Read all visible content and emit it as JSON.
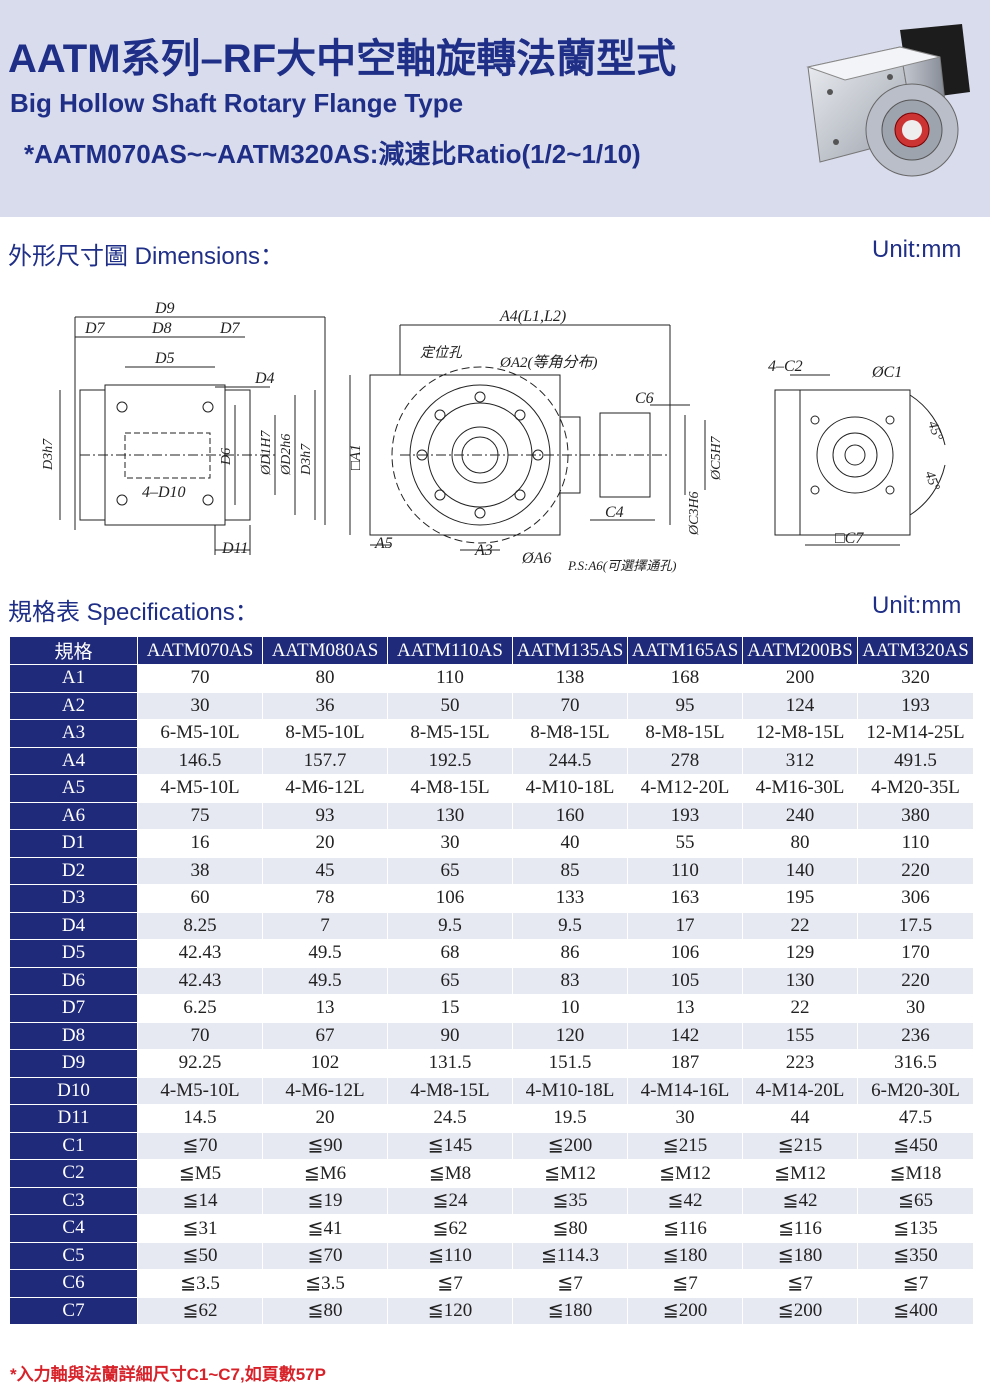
{
  "header": {
    "title": "AATM系列–RF大中空軸旋轉法蘭型式",
    "subtitle": "Big Hollow Shaft Rotary Flange Type",
    "ratio_line": "*AATM070AS~~AATM320AS:減速比Ratio(1/2~1/10)"
  },
  "dimensions": {
    "heading": "外形尺寸圖 Dimensions：",
    "unit": "Unit:mm",
    "labels": {
      "d9": "D9",
      "d7a": "D7",
      "d8": "D8",
      "d7b": "D7",
      "d5": "D5",
      "d4": "D4",
      "d3a": "D3h7",
      "d6": "D6",
      "d1": "ØD1H7",
      "d2": "ØD2h6",
      "d3b": "D3h7",
      "d10": "4–D10",
      "d11": "D11",
      "a4": "A4(L1,L2)",
      "pin": "定位孔",
      "a2": "ØA2(等角分布)",
      "c6": "C6",
      "a1": "□A1",
      "c5": "ØC5H7",
      "c3": "ØC3H6",
      "c4": "C4",
      "a5": "A5",
      "a3": "A3",
      "a6": "ØA6",
      "ps": "P.S:A6(可選擇通孔)",
      "c2": "4–C2",
      "c1": "ØC1",
      "ang1": "45°",
      "ang2": "45°",
      "c7": "□C7"
    }
  },
  "specs": {
    "heading": "規格表 Specifications：",
    "unit": "Unit:mm",
    "corner": "規格",
    "columns": [
      "AATM070AS",
      "AATM080AS",
      "AATM110AS",
      "AATM135AS",
      "AATM165AS",
      "AATM200BS",
      "AATM320AS"
    ],
    "rows": [
      {
        "label": "A1",
        "values": [
          "70",
          "80",
          "110",
          "138",
          "168",
          "200",
          "320"
        ]
      },
      {
        "label": "A2",
        "values": [
          "30",
          "36",
          "50",
          "70",
          "95",
          "124",
          "193"
        ]
      },
      {
        "label": "A3",
        "values": [
          "6-M5-10L",
          "8-M5-10L",
          "8-M5-15L",
          "8-M8-15L",
          "8-M8-15L",
          "12-M8-15L",
          "12-M14-25L"
        ]
      },
      {
        "label": "A4",
        "values": [
          "146.5",
          "157.7",
          "192.5",
          "244.5",
          "278",
          "312",
          "491.5"
        ]
      },
      {
        "label": "A5",
        "values": [
          "4-M5-10L",
          "4-M6-12L",
          "4-M8-15L",
          "4-M10-18L",
          "4-M12-20L",
          "4-M16-30L",
          "4-M20-35L"
        ]
      },
      {
        "label": "A6",
        "values": [
          "75",
          "93",
          "130",
          "160",
          "193",
          "240",
          "380"
        ]
      },
      {
        "label": "D1",
        "values": [
          "16",
          "20",
          "30",
          "40",
          "55",
          "80",
          "110"
        ]
      },
      {
        "label": "D2",
        "values": [
          "38",
          "45",
          "65",
          "85",
          "110",
          "140",
          "220"
        ]
      },
      {
        "label": "D3",
        "values": [
          "60",
          "78",
          "106",
          "133",
          "163",
          "195",
          "306"
        ]
      },
      {
        "label": "D4",
        "values": [
          "8.25",
          "7",
          "9.5",
          "9.5",
          "17",
          "22",
          "17.5"
        ]
      },
      {
        "label": "D5",
        "values": [
          "42.43",
          "49.5",
          "68",
          "86",
          "106",
          "129",
          "170"
        ]
      },
      {
        "label": "D6",
        "values": [
          "42.43",
          "49.5",
          "65",
          "83",
          "105",
          "130",
          "220"
        ]
      },
      {
        "label": "D7",
        "values": [
          "6.25",
          "13",
          "15",
          "10",
          "13",
          "22",
          "30"
        ]
      },
      {
        "label": "D8",
        "values": [
          "70",
          "67",
          "90",
          "120",
          "142",
          "155",
          "236"
        ]
      },
      {
        "label": "D9",
        "values": [
          "92.25",
          "102",
          "131.5",
          "151.5",
          "187",
          "223",
          "316.5"
        ]
      },
      {
        "label": "D10",
        "values": [
          "4-M5-10L",
          "4-M6-12L",
          "4-M8-15L",
          "4-M10-18L",
          "4-M14-16L",
          "4-M14-20L",
          "6-M20-30L"
        ]
      },
      {
        "label": "D11",
        "values": [
          "14.5",
          "20",
          "24.5",
          "19.5",
          "30",
          "44",
          "47.5"
        ]
      },
      {
        "label": "C1",
        "values": [
          "≦70",
          "≦90",
          "≦145",
          "≦200",
          "≦215",
          "≦215",
          "≦450"
        ]
      },
      {
        "label": "C2",
        "values": [
          "≦M5",
          "≦M6",
          "≦M8",
          "≦M12",
          "≦M12",
          "≦M12",
          "≦M18"
        ]
      },
      {
        "label": "C3",
        "values": [
          "≦14",
          "≦19",
          "≦24",
          "≦35",
          "≦42",
          "≦42",
          "≦65"
        ]
      },
      {
        "label": "C4",
        "values": [
          "≦31",
          "≦41",
          "≦62",
          "≦80",
          "≦116",
          "≦116",
          "≦135"
        ]
      },
      {
        "label": "C5",
        "values": [
          "≦50",
          "≦70",
          "≦110",
          "≦114.3",
          "≦180",
          "≦180",
          "≦350"
        ]
      },
      {
        "label": "C6",
        "values": [
          "≦3.5",
          "≦3.5",
          "≦7",
          "≦7",
          "≦7",
          "≦7",
          "≦7"
        ]
      },
      {
        "label": "C7",
        "values": [
          "≦62",
          "≦80",
          "≦120",
          "≦180",
          "≦200",
          "≦200",
          "≦400"
        ]
      }
    ]
  },
  "footnote": "*入力軸與法蘭詳細尺寸C1~C7,如頁數57P",
  "colors": {
    "navy": "#1f2a7a",
    "header_bg": "#d9dcec",
    "stripe": "#e6e8f2",
    "note_red": "#d8222a"
  }
}
